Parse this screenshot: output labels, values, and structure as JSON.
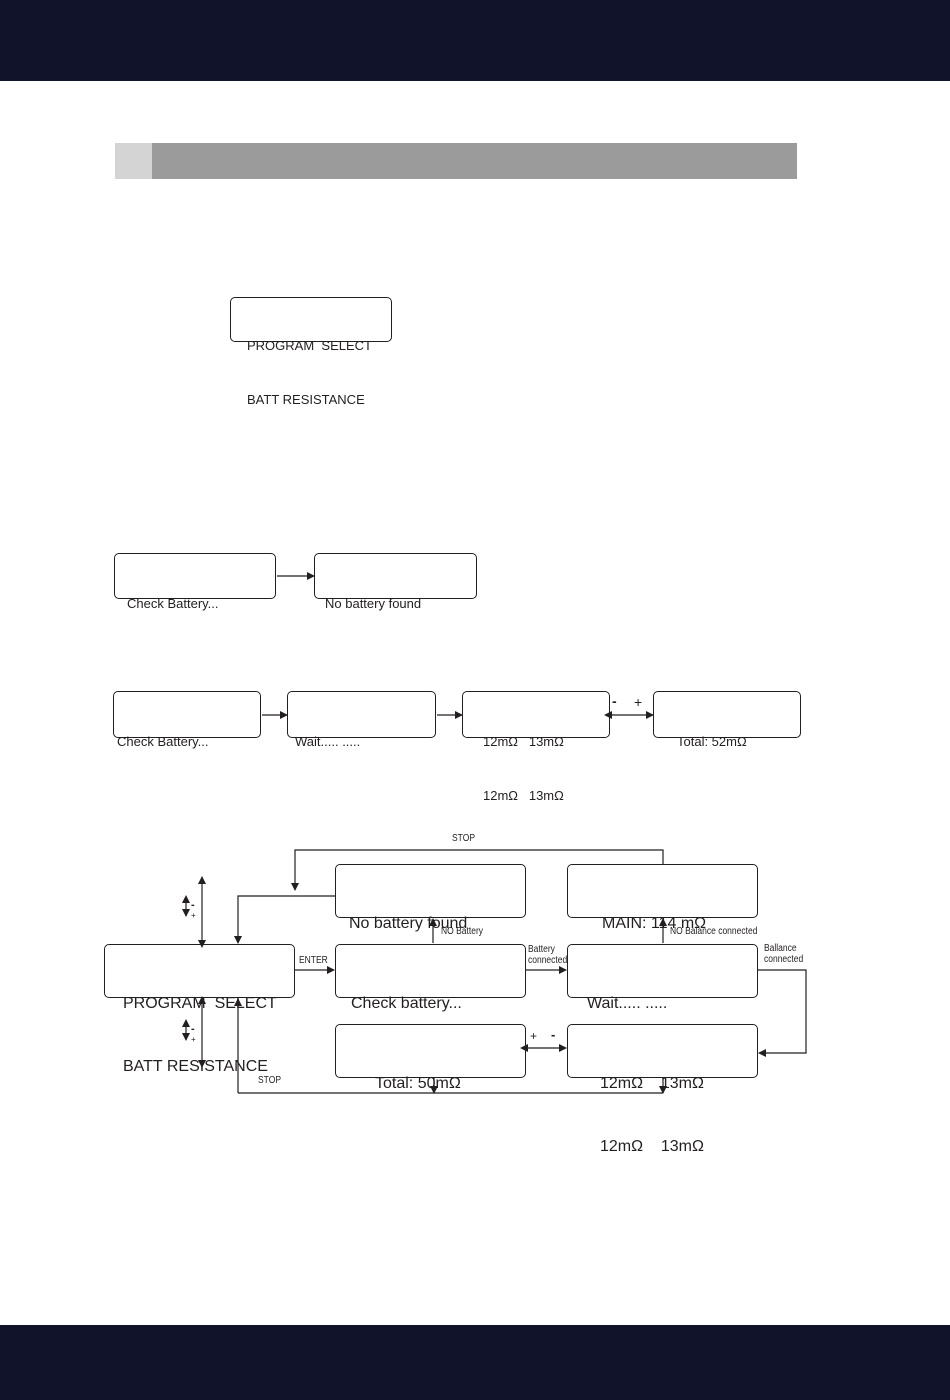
{
  "section": {},
  "program_box": {
    "line1": "PROGRAM  SELECT",
    "line2": "BATT RESISTANCE"
  },
  "flow_no_battery": {
    "check": "Check Battery...",
    "result": "No battery found"
  },
  "flow_measure": {
    "check": "Check Battery...",
    "wait": "Wait..... .....",
    "cells_row1": "12mΩ   13mΩ",
    "cells_row2": "12mΩ   13mΩ",
    "minus": "-",
    "plus": "+",
    "total": "Total: 52mΩ"
  },
  "full_flow": {
    "stop_top": "STOP",
    "stop_bottom": "STOP",
    "no_battery_found": "No battery found",
    "main": "MAIN: 114 mΩ",
    "program_line1": "PROGRAM  SELECT",
    "program_line2": "BATT RESISTANCE",
    "enter": "ENTER",
    "check": "Check battery...",
    "wait": "Wait..... .....",
    "no_battery": "NO Battery",
    "no_balance": "NO Balance connected",
    "battery_connected_1": "Battery",
    "battery_connected_2": "connected",
    "balance_connected_1": "Ballance",
    "balance_connected_2": "connected",
    "total": "Total: 50mΩ",
    "cells_row1": "12mΩ    13mΩ",
    "cells_row2": "12mΩ    13mΩ",
    "plus": "+",
    "minus": "-",
    "nav_minus": "-",
    "nav_plus": "+"
  }
}
